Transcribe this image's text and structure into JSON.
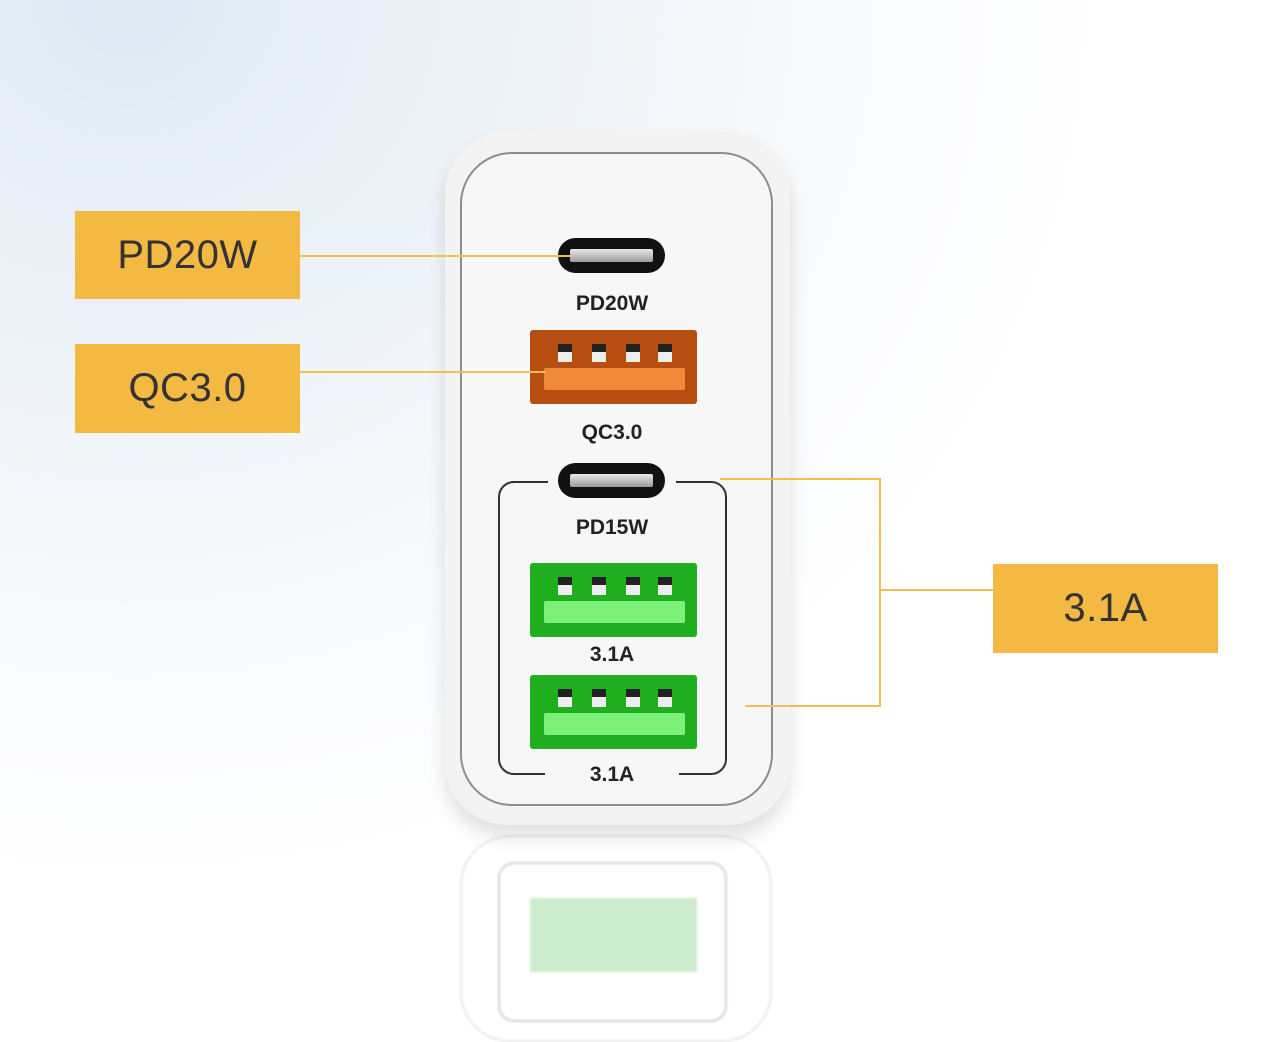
{
  "callouts": {
    "pd20w": "PD20W",
    "qc30": "QC3.0",
    "amp": "3.1A"
  },
  "ports": {
    "port1": "PD20W",
    "port2": "QC3.0",
    "port3": "PD15W",
    "port4": "3.1A",
    "port5": "3.1A"
  },
  "colors": {
    "callout": "#f4b942",
    "qc_port": "#b54e10",
    "usb_a_port": "#1fae1f"
  }
}
